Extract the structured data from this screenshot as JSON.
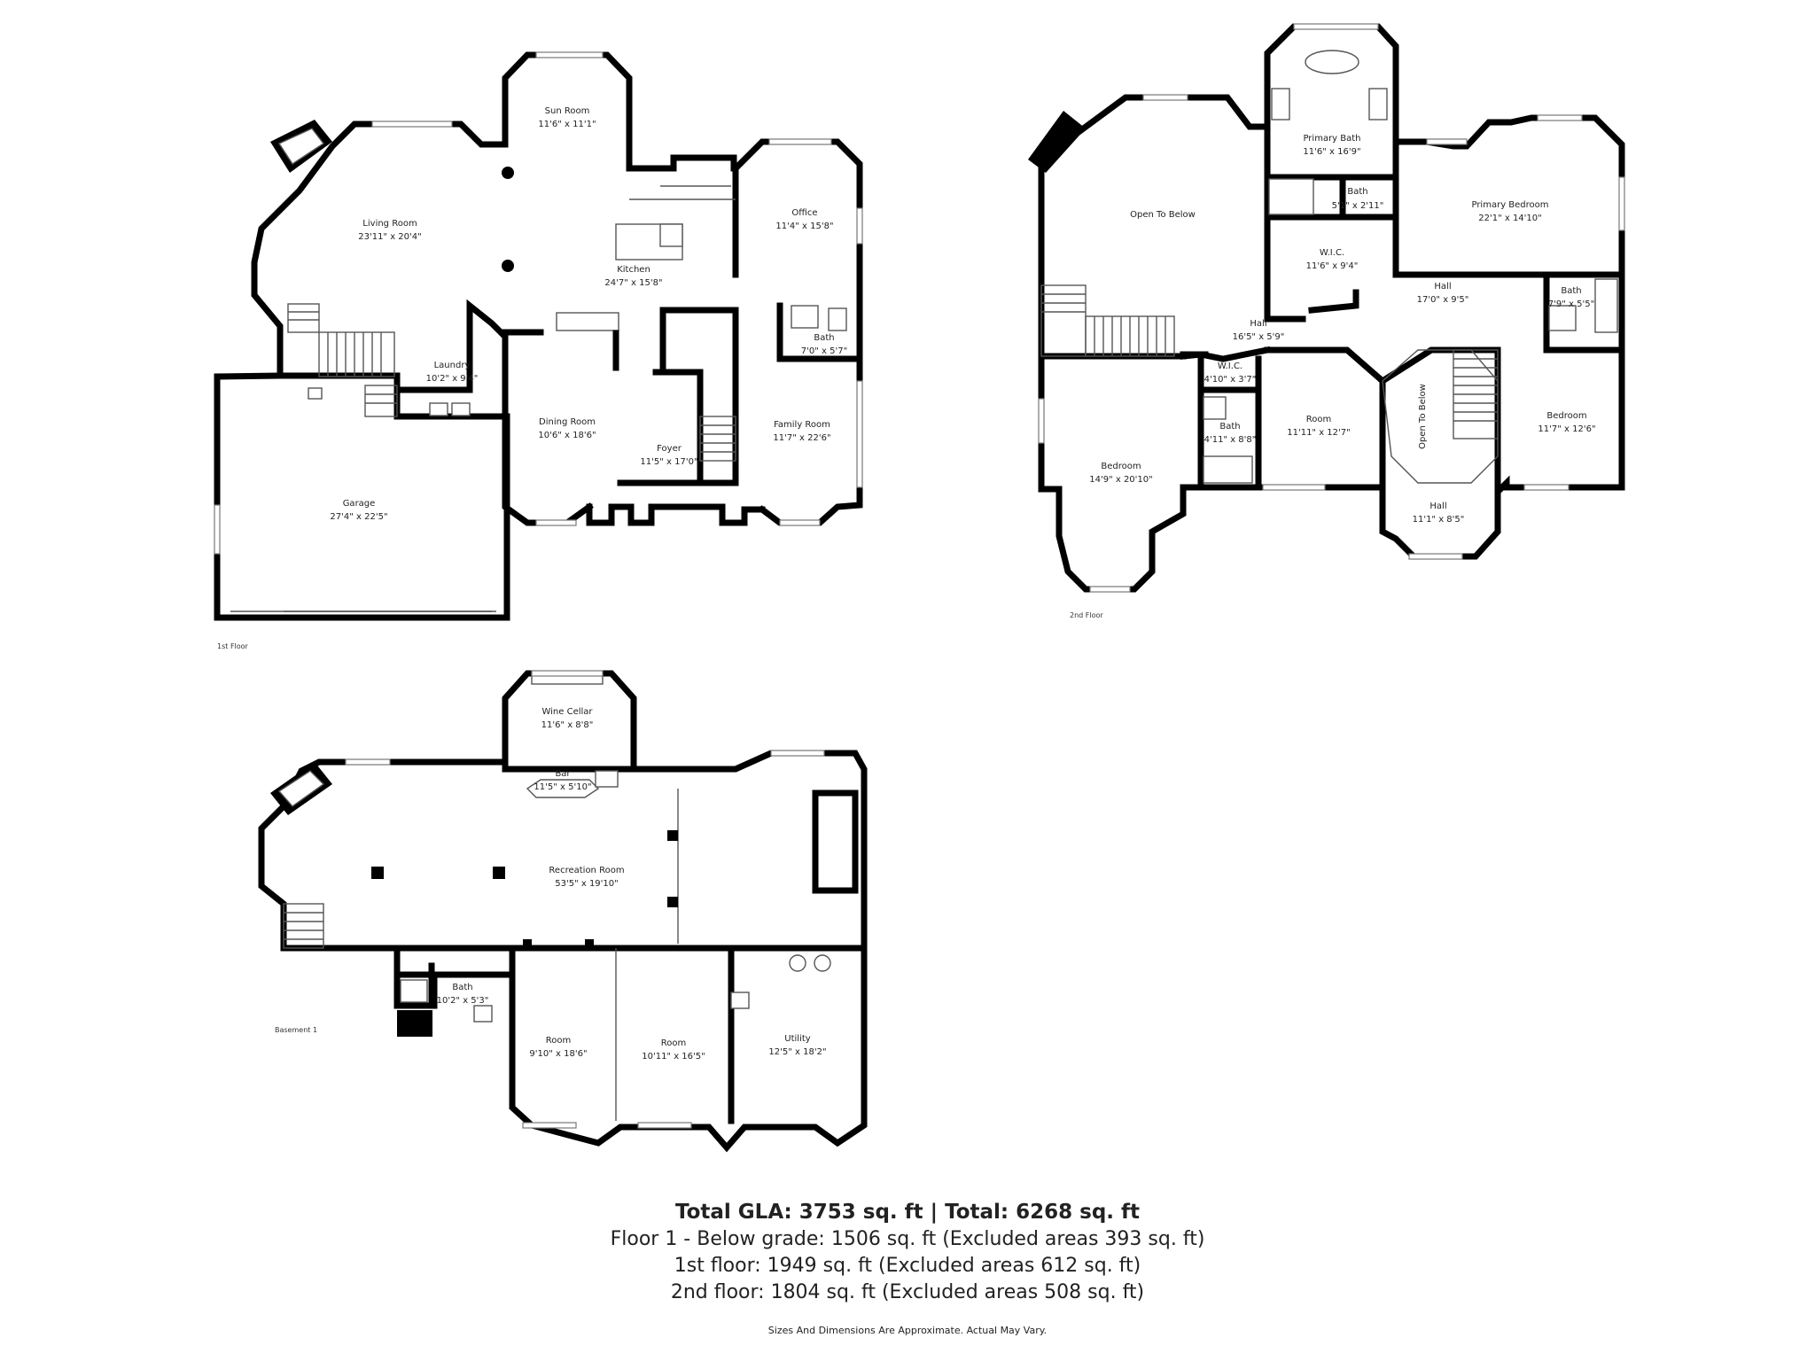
{
  "floors": {
    "first": {
      "label": "1st Floor",
      "rooms": [
        {
          "name": "Sun Room",
          "dim": "11'6\" x 11'1\""
        },
        {
          "name": "Living Room",
          "dim": "23'11\" x 20'4\""
        },
        {
          "name": "Office",
          "dim": "11'4\" x 15'8\""
        },
        {
          "name": "Kitchen",
          "dim": "24'7\" x 15'8\""
        },
        {
          "name": "Bath",
          "dim": "7'0\" x 5'7\""
        },
        {
          "name": "Laundry",
          "dim": "10'2\" x 9'4\""
        },
        {
          "name": "Dining Room",
          "dim": "10'6\" x 18'6\""
        },
        {
          "name": "Family Room",
          "dim": "11'7\" x 22'6\""
        },
        {
          "name": "Foyer",
          "dim": "11'5\" x 17'0\""
        },
        {
          "name": "Garage",
          "dim": "27'4\" x 22'5\""
        }
      ]
    },
    "second": {
      "label": "2nd Floor",
      "rooms": [
        {
          "name": "Primary Bath",
          "dim": "11'6\" x 16'9\""
        },
        {
          "name": "Open To Below",
          "dim": ""
        },
        {
          "name": "Bath",
          "dim": "5'1\" x 2'11\""
        },
        {
          "name": "Primary Bedroom",
          "dim": "22'1\" x 14'10\""
        },
        {
          "name": "W.I.C.",
          "dim": "11'6\" x 9'4\""
        },
        {
          "name": "Hall",
          "dim": "17'0\" x 9'5\""
        },
        {
          "name": "Bath",
          "dim": "7'9\" x 5'5\""
        },
        {
          "name": "Hall",
          "dim": "16'5\" x 5'9\""
        },
        {
          "name": "W.I.C.",
          "dim": "4'10\" x 3'7\""
        },
        {
          "name": "Room",
          "dim": "11'11\" x 12'7\""
        },
        {
          "name": "Bath",
          "dim": "4'11\" x 8'8\""
        },
        {
          "name": "Bedroom",
          "dim": "11'7\" x 12'6\""
        },
        {
          "name": "Bedroom",
          "dim": "14'9\" x 20'10\""
        },
        {
          "name": "Hall",
          "dim": "11'1\" x 8'5\""
        },
        {
          "name": "Open To Below",
          "dim": ""
        }
      ]
    },
    "basement": {
      "label": "Basement 1",
      "rooms": [
        {
          "name": "Wine Cellar",
          "dim": "11'6\" x 8'8\""
        },
        {
          "name": "Bar",
          "dim": "11'5\" x 5'10\""
        },
        {
          "name": "Recreation Room",
          "dim": "53'5\" x 19'10\""
        },
        {
          "name": "Bath",
          "dim": "10'2\" x 5'3\""
        },
        {
          "name": "Room",
          "dim": "9'10\" x 18'6\""
        },
        {
          "name": "Room",
          "dim": "10'11\" x 16'5\""
        },
        {
          "name": "Utility",
          "dim": "12'5\" x 18'2\""
        }
      ]
    }
  },
  "summary": {
    "total": "Total GLA: 3753 sq. ft | Total: 6268 sq. ft",
    "below_grade": "Floor 1 - Below grade: 1506 sq. ft (Excluded areas 393 sq. ft)",
    "first_floor": "1st floor: 1949 sq. ft (Excluded areas 612 sq. ft)",
    "second_floor": "2nd floor: 1804 sq. ft (Excluded areas 508 sq. ft)",
    "disclaimer": "Sizes And Dimensions Are Approximate. Actual May Vary."
  }
}
